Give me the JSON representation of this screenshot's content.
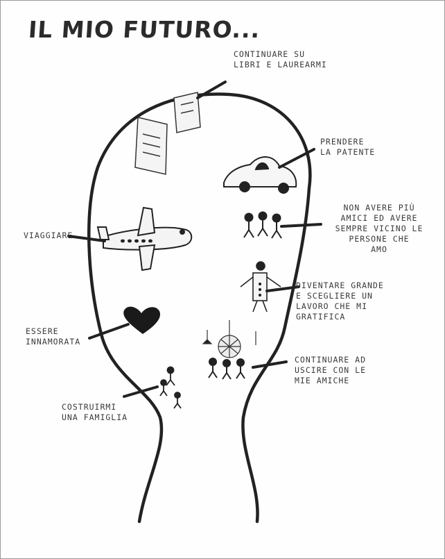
{
  "title": "IL MIO FUTURO...",
  "notes": {
    "library": "CONTINUARE SU\nLIBRI E LAUREARMI",
    "license": "PRENDERE\nLA PATENTE",
    "friends": "NON AVERE PIÙ\nAMICI ED AVERE\nSEMPRE VICINO LE\nPERSONE CHE\nAMO",
    "travel": "VIAGGIARE",
    "job": "DIVENTARE GRANDE\nE SCEGLIERE UN\nLAVORO CHE MI\nGRATIFICA",
    "love": "ESSERE\nINNAMORATA",
    "goout": "CONTINUARE AD\nUSCIRE CON LE\nMIE AMICHE",
    "family": "COSTRUIRMI\nUNA FAMIGLIA"
  },
  "colors": {
    "ink": "#222222",
    "pencil": "#3a3a3a",
    "paper": "#fefefe",
    "border": "#9a9a9a"
  }
}
